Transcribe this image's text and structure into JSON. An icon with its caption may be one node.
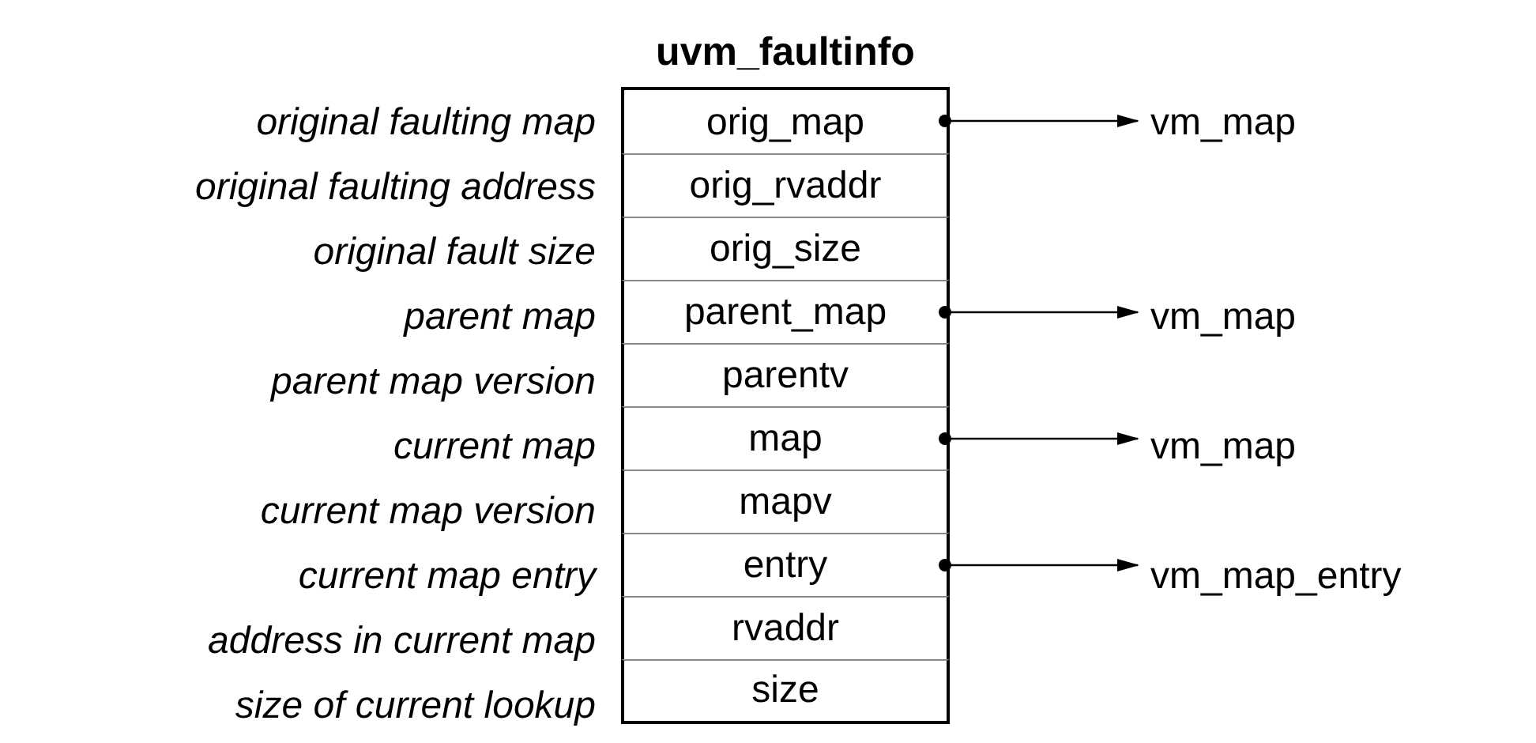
{
  "diagram": {
    "nodes": [
      {
        "text": [
          "uvm_faultinfo"
        ]
      },
      {
        "text": [
          "orig_map"
        ],
        "in": 0,
        "beside": [
          "original faulting map"
        ]
      },
      {
        "text": [
          "orig_rvaddr"
        ],
        "in": 0,
        "beside": [
          "original faulting address"
        ]
      },
      {
        "text": [
          "orig_size"
        ],
        "in": 0,
        "beside": [
          "original fault size"
        ]
      },
      {
        "text": [
          "parent_map"
        ],
        "in": 0,
        "beside": [
          "parent map"
        ]
      },
      {
        "text": [
          "parentv"
        ],
        "in": 0,
        "beside": [
          "parent map version"
        ]
      },
      {
        "text": [
          "map"
        ],
        "in": 0,
        "beside": [
          "current map"
        ]
      },
      {
        "text": [
          "mapv"
        ],
        "in": 0,
        "beside": [
          "current map version"
        ]
      },
      {
        "text": [
          "entry"
        ],
        "in": 0,
        "beside": [
          "current map entry"
        ]
      },
      {
        "text": [
          "rvaddr"
        ],
        "in": 0,
        "beside": [
          "address in current map"
        ]
      },
      {
        "text": [
          "size"
        ],
        "in": 0,
        "beside": [
          "size of current lookup"
        ]
      },
      {
        "text": [
          "vm_map"
        ]
      },
      {
        "text": [
          "vm_map"
        ]
      },
      {
        "text": [
          "vm_map"
        ]
      },
      {
        "text": [
          "vm_map_entry"
        ]
      }
    ],
    "edges": [
      {
        "from": 1,
        "to": 11,
        "arrow": "to"
      },
      {
        "from": 4,
        "to": 12,
        "arrow": "to"
      },
      {
        "from": 6,
        "to": 13,
        "arrow": "to"
      },
      {
        "from": 8,
        "to": 14,
        "arrow": "to"
      }
    ]
  }
}
